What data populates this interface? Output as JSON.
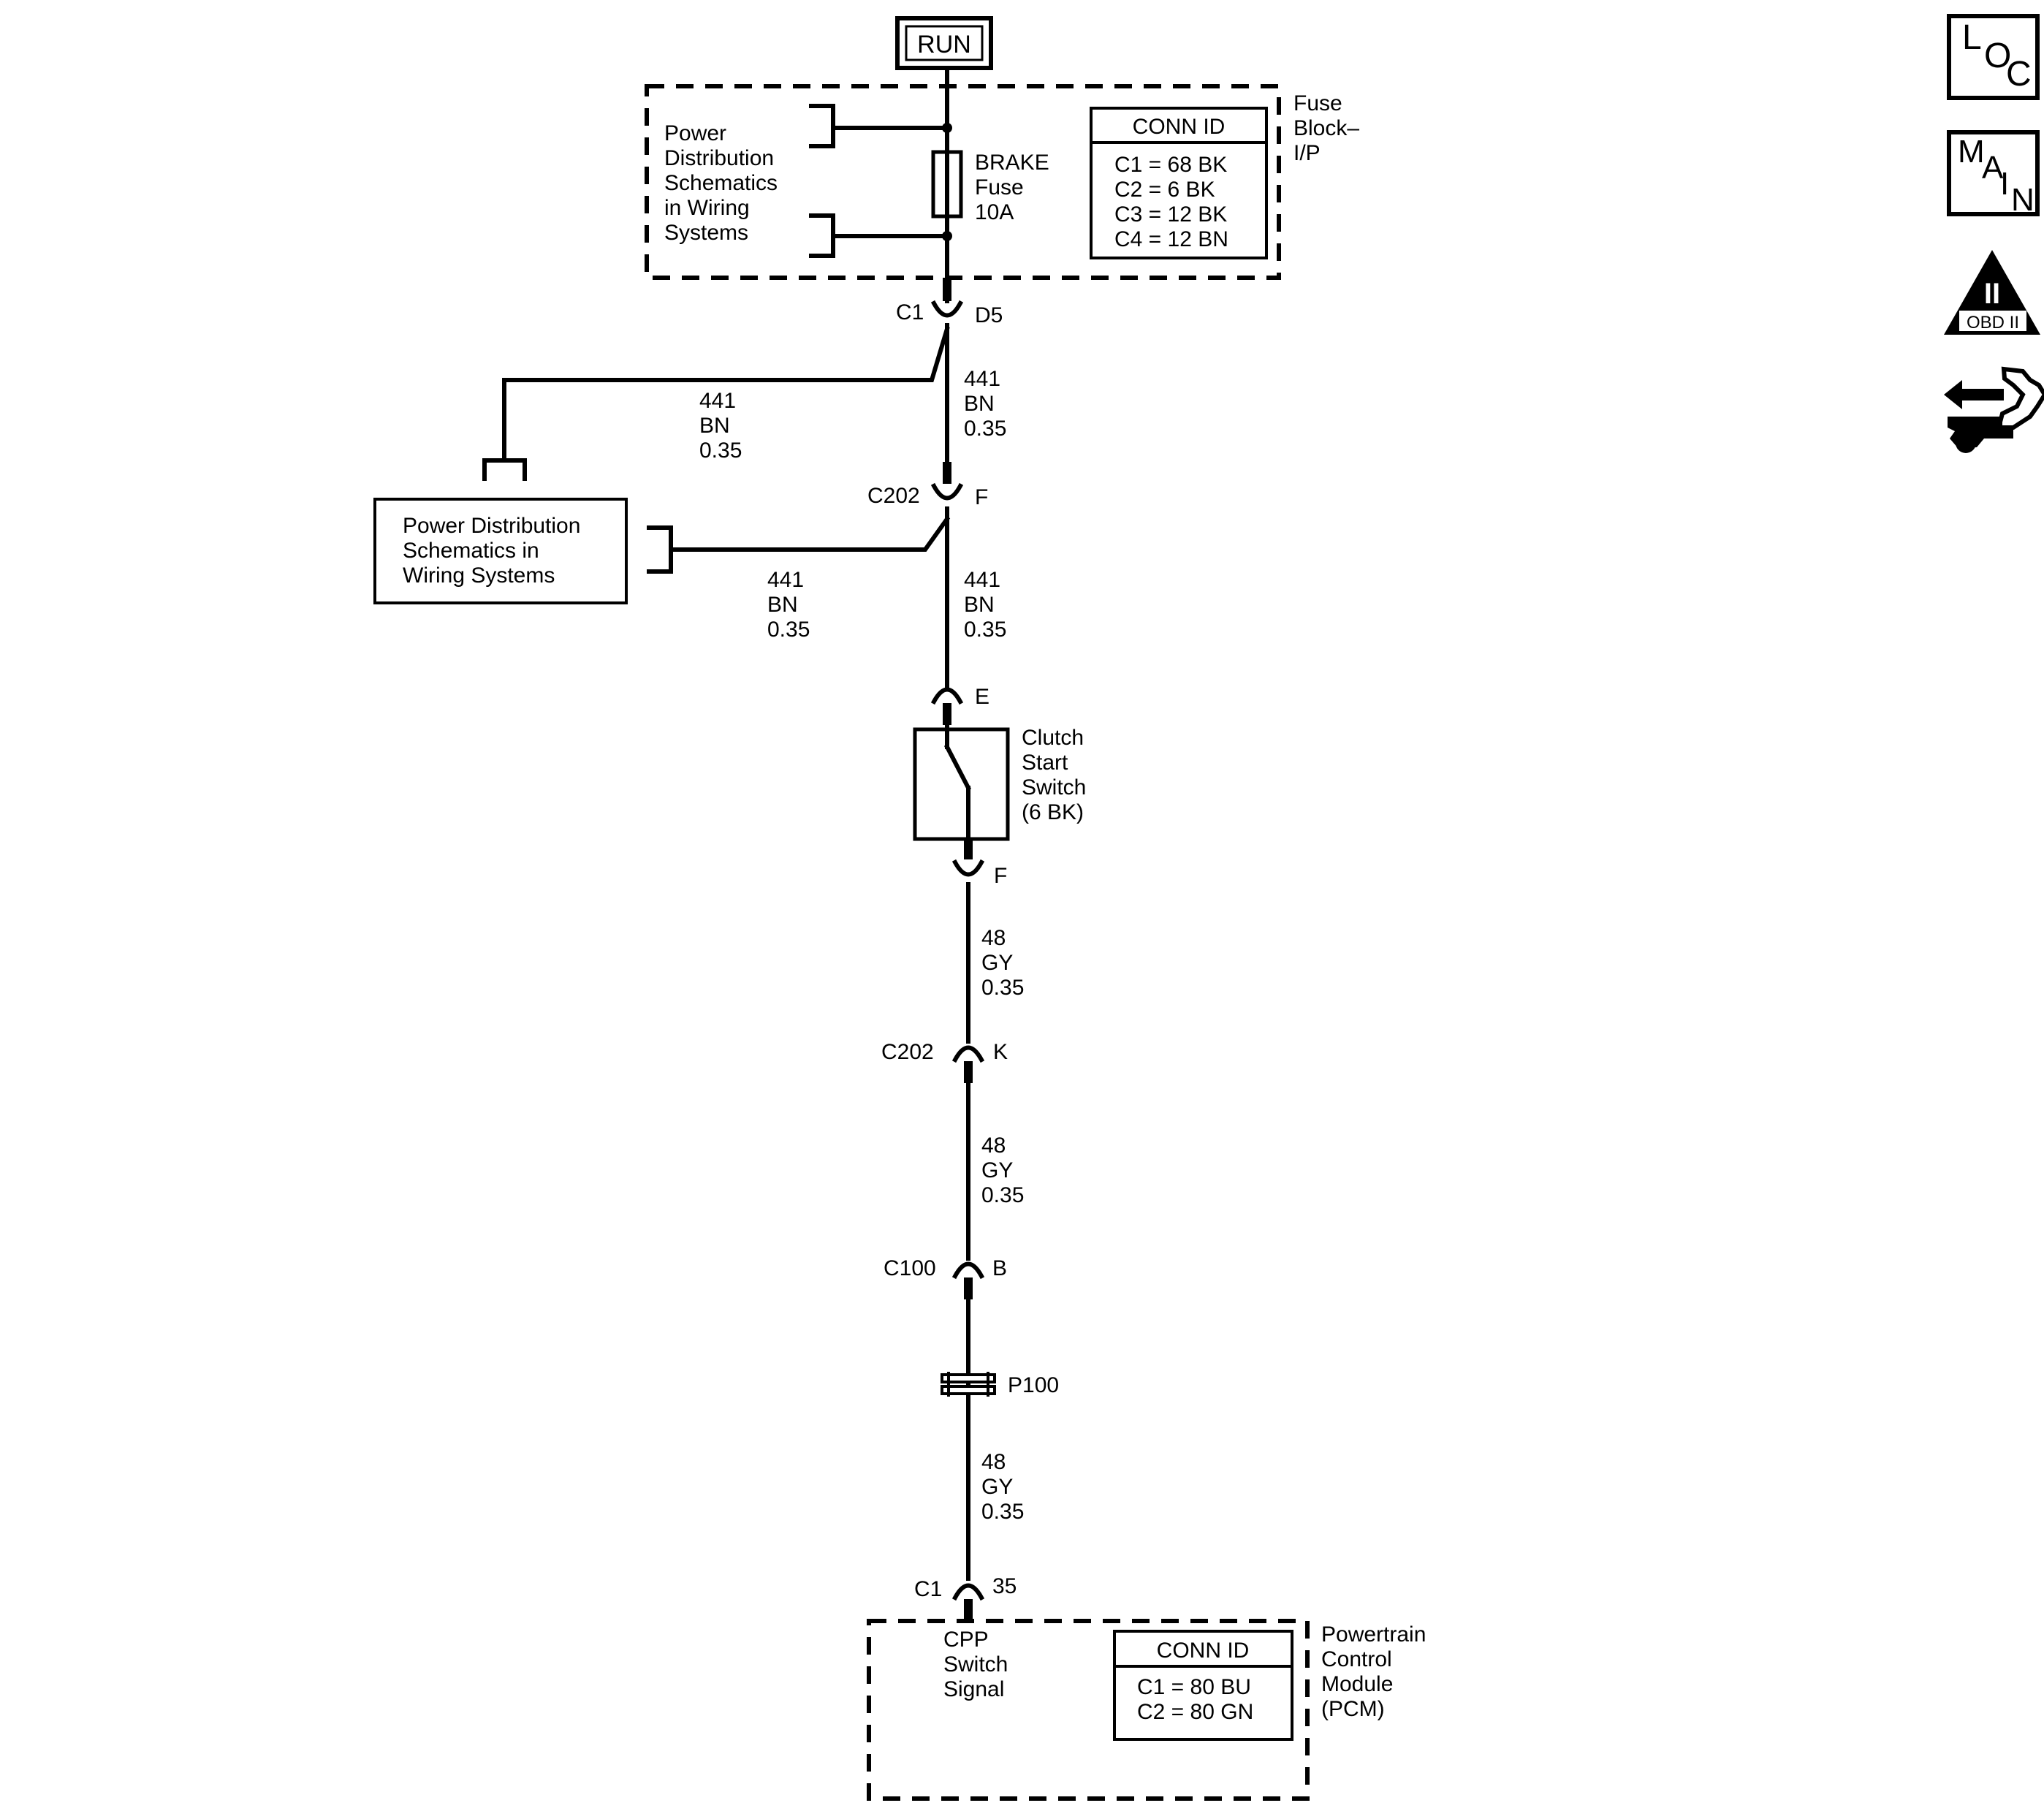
{
  "source": {
    "label": "RUN"
  },
  "fuse_block": {
    "name_lines": [
      "Fuse",
      "Block–",
      "I/P"
    ],
    "ref_lines": [
      "Power",
      "Distribution",
      "Schematics",
      "in Wiring",
      "Systems"
    ],
    "fuse_lines": [
      "BRAKE",
      "Fuse",
      "10A"
    ],
    "conn_title": "CONN ID",
    "conn_rows": [
      "C1 = 68 BK",
      "C2 =  6 BK",
      "C3 = 12 BK",
      "C4 = 12 BN"
    ]
  },
  "connectors": {
    "c1_top": {
      "name": "C1",
      "pin": "D5"
    },
    "c202_top": {
      "name": "C202",
      "pin": "F"
    },
    "switch_in": {
      "pin": "E"
    },
    "switch_out": {
      "pin": "F"
    },
    "c202_bottom": {
      "name": "C202",
      "pin": "K"
    },
    "c100": {
      "name": "C100",
      "pin": "B"
    },
    "p100": {
      "name": "P100"
    },
    "pcm_c1": {
      "name": "C1",
      "pin": "35"
    }
  },
  "wires": {
    "w1_left": [
      "441",
      "BN",
      "0.35"
    ],
    "w1_main": [
      "441",
      "BN",
      "0.35"
    ],
    "w2_left": [
      "441",
      "BN",
      "0.35"
    ],
    "w2_main": [
      "441",
      "BN",
      "0.35"
    ],
    "w3": [
      "48",
      "GY",
      "0.35"
    ],
    "w4": [
      "48",
      "GY",
      "0.35"
    ],
    "w5": [
      "48",
      "GY",
      "0.35"
    ]
  },
  "power_dist_box": {
    "lines": [
      "Power Distribution",
      "Schematics in",
      "Wiring Systems"
    ]
  },
  "clutch_switch": {
    "lines": [
      "Clutch",
      "Start",
      "Switch",
      "(6 BK)"
    ]
  },
  "pcm": {
    "name_lines": [
      "Powertrain",
      "Control",
      "Module",
      "(PCM)"
    ],
    "signal_lines": [
      "CPP",
      "Switch",
      "Signal"
    ],
    "conn_title": "CONN ID",
    "conn_rows": [
      "C1 = 80 BU",
      "C2 = 80 GN"
    ]
  },
  "nav_icons": {
    "loc": [
      "L",
      "O",
      "C"
    ],
    "main": [
      "M",
      "A",
      "I",
      "N"
    ],
    "obd": {
      "numeral": "II",
      "label": "OBD II"
    }
  }
}
